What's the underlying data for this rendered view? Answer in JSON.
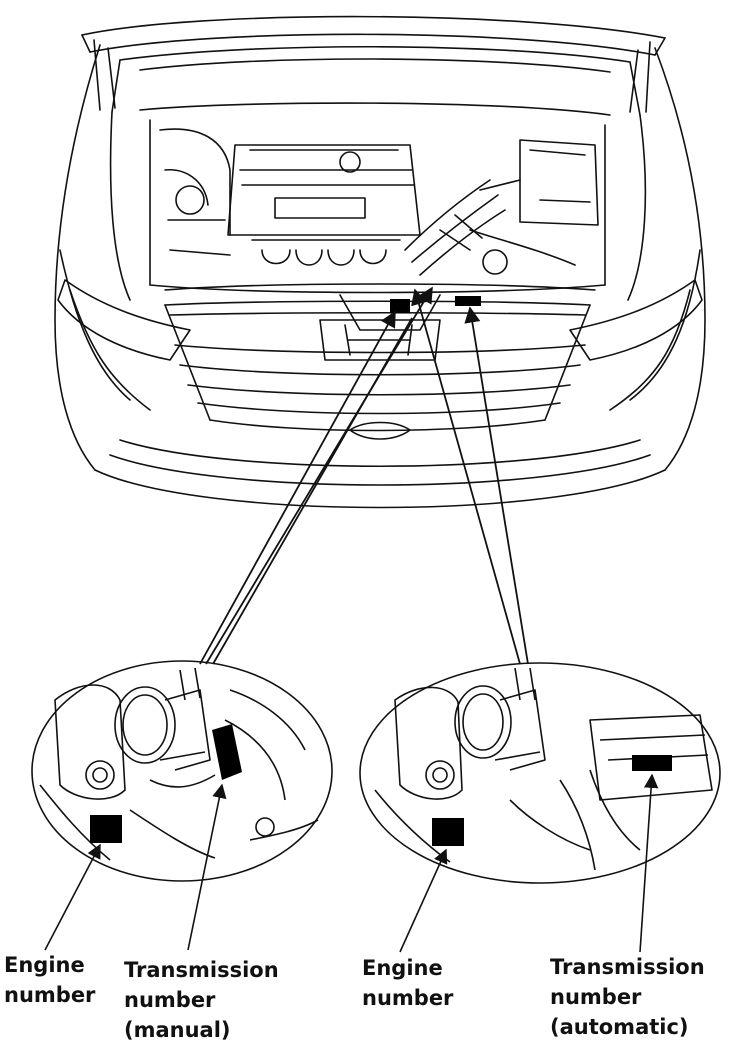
{
  "labels": {
    "left_engine": [
      "Engine",
      "number"
    ],
    "left_transmission": [
      "Transmission",
      "number",
      "(manual)"
    ],
    "right_engine": [
      "Engine",
      "number"
    ],
    "right_transmission": [
      "Transmission",
      "number",
      "(automatic)"
    ]
  },
  "colors": {
    "ink": "#111111",
    "paper": "#ffffff",
    "plate": "#000000"
  },
  "icons": {
    "arrow": "arrowhead-marker"
  }
}
